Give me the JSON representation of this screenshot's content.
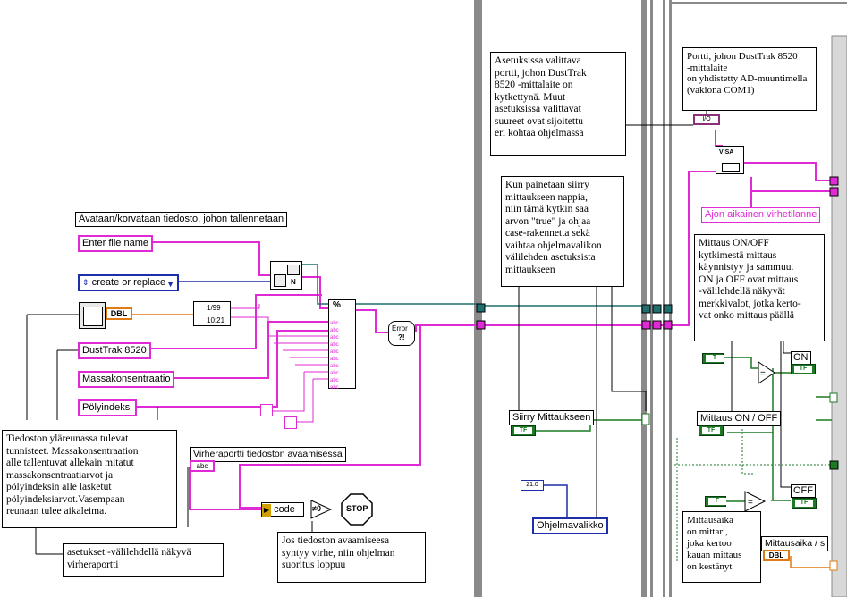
{
  "labels": {
    "avataan": "Avataan/korvataan tiedosto, johon tallennetaan",
    "enter_file": "Enter file name",
    "create_replace": "create or replace",
    "dusttrak": "DustTrak 8520",
    "massa": "Massakonsentraatio",
    "poly": "Pölyindeksi",
    "virhe": "Virheraportti tiedoston avaamisessa",
    "code": "code",
    "stop": "STOP",
    "dbl": "DBL",
    "abc": "abc",
    "error": "Error",
    "io": "I/O",
    "visa": "VISA",
    "ajon": "Ajon aikainen virhetilanne",
    "siirry": "Siirry Mittaukseen",
    "ohjelmavalikko": "Ohjelmavalikko",
    "mittaus_onoff": "Mittaus ON / OFF",
    "on": "ON",
    "off": "OFF",
    "mittausaika": "Mittausaika / s",
    "tf": "TF",
    "t": "T",
    "f": "F",
    "num21": "21:0",
    "neg0": "≠0",
    "date_time": "1/99",
    "time": "10:21"
  },
  "notes": {
    "asetuksissa": "Asetuksissa valittava\nportti, johon DustTrak\n8520 -mittalaite on\nkytkettynä. Muut\nasetuksissa valittavat\nsuureet ovat sijoitettu\neri kohtaa ohjelmassa",
    "portti": "Portti, johon DustTrak 8520\n-mittalaite\non yhdistetty AD-muuntimella\n(vakiona COM1)",
    "kun": "Kun painetaan siirry\nmittaukseen nappia,\nniin tämä kytkin saa\narvon \"true\" ja ohjaa\ncase-rakennetta  sekä\nvaihtaa ohjelmavalikon\nvälilehden asetuksista\nmittaukseen",
    "mittaus": "Mittaus ON/OFF\nkytkimestä mittaus\nkäynnistyy ja sammuu.\nON ja OFF ovat mittaus\n-välilehdellä näkyvät\nmerkkivalot, jotka kerto-\nvat onko mittaus päällä",
    "tiedoston": "Tiedoston yläreunassa tulevat\ntunnisteet. Massakonsentraation\nalle tallentuvat allekain mitatut\nmassakonsentraatiarvot ja\npölyindeksin alle lasketut\npölyindeksiarvot.Vasempaan\nreunaan tulee aikaleima.",
    "asetukset": "asetukset -välilehdellä näkyvä\nvirheraportti",
    "jos": "Jos tiedoston avaamiseesa\nsyntyy virhe, niin ohjelman\nsuoritus loppuu",
    "mittausaika": "Mittausaika\non mittari,\njoka kertoo\nkauan mittaus\non kestänyt"
  },
  "colors": {
    "pink": "#e02ad6",
    "blue": "#1c2fa8",
    "green": "#1c7a24",
    "teal": "#1f6f6f",
    "orange": "#e07a14",
    "gray": "#808080"
  }
}
